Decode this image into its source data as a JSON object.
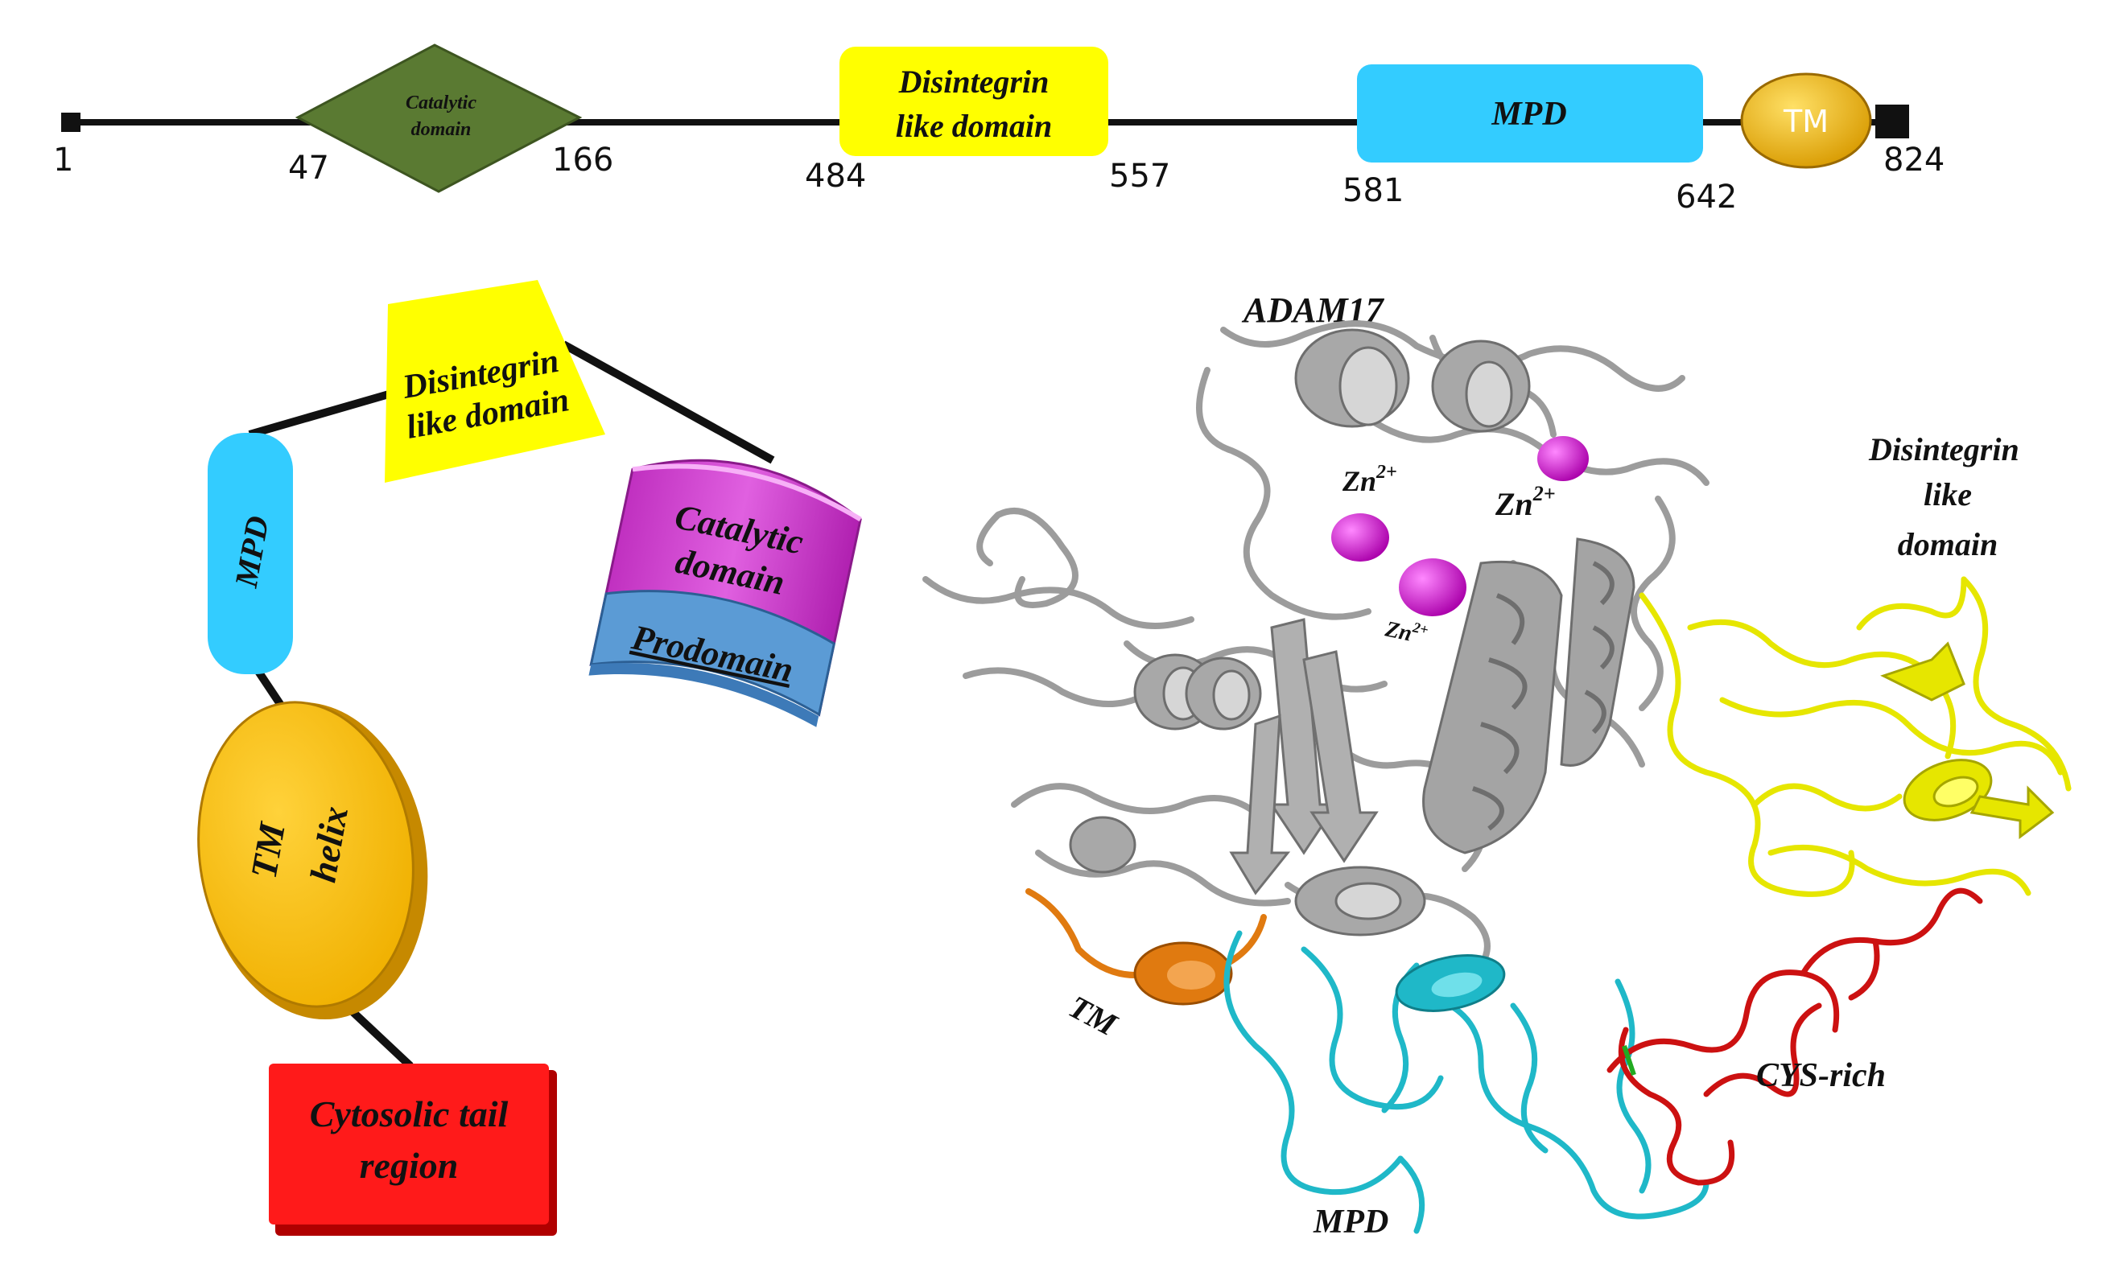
{
  "linear_map": {
    "positions": {
      "start": "1",
      "catalytic_start": "47",
      "catalytic_end": "166",
      "disintegrin_start": "484",
      "disintegrin_end": "557",
      "mpd_start": "581",
      "mpd_end": "642",
      "end": "824"
    },
    "domains": {
      "catalytic_line1": "Catalytic",
      "catalytic_line2": "domain",
      "disintegrin_line1": "Disintegrin",
      "disintegrin_line2": "like domain",
      "mpd": "MPD",
      "tm": "TM"
    }
  },
  "schematic": {
    "disintegrin_line1": "Disintegrin",
    "disintegrin_line2": "like domain",
    "mpd": "MPD",
    "catalytic_line1": "Catalytic",
    "catalytic_line2": "domain",
    "prodomain": "Prodomain",
    "tm_line1": "TM",
    "tm_line2": "helix",
    "cytosolic_line1": "Cytosolic tail",
    "cytosolic_line2": "region"
  },
  "structure": {
    "title": "ADAM17",
    "zn_a": "Zn",
    "zn_b": "Zn",
    "zn_c": "Zn",
    "zn_charge": "2+",
    "disintegrin_line1": "Disintegrin",
    "disintegrin_line2": "like",
    "disintegrin_line3": "domain",
    "tm": "TM",
    "cys_rich": "CYS-rich",
    "mpd": "MPD"
  },
  "colors": {
    "catalytic_green": "#5a7a32",
    "disintegrin_yellow": "#ffff00",
    "mpd_blue": "#33ccff",
    "tm_orange": "#f5b800",
    "catalytic_magenta": "#d63fd6",
    "prodomain_blue": "#5b9bd5",
    "cytosolic_red": "#ff1a1a",
    "protein_gray": "#9c9c9c",
    "disintegrin_ribbon": "#e6e600",
    "mpd_ribbon": "#1fb8c8",
    "cys_ribbon": "#cc1111",
    "tm_ribbon": "#e07a10",
    "zinc": "#dd00dd"
  }
}
